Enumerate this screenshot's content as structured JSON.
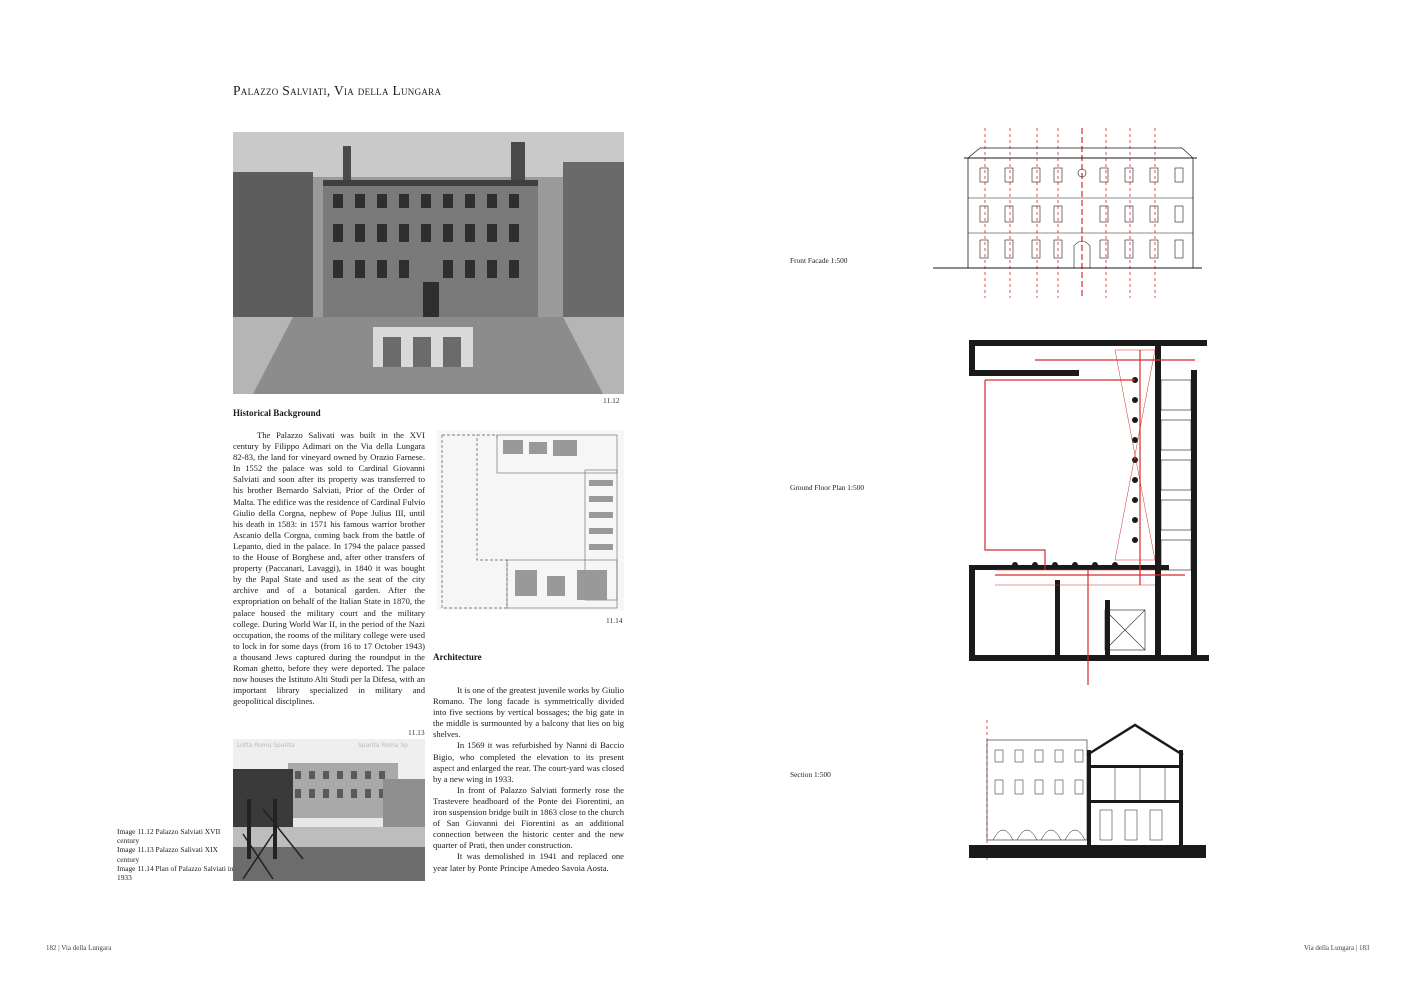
{
  "page": {
    "title": "Palazzo Salviati, Via della Lungara",
    "footer_left": "182 | Via della Lungara",
    "footer_right": "Via della Lungara | 183"
  },
  "figures": {
    "fig12_num": "11.12",
    "fig13_num": "11.13",
    "fig14_num": "11.14",
    "fig13_watermark_left": "Lotta Roma Sparita",
    "fig13_watermark_right": "Sparita Roma Sp"
  },
  "historical": {
    "heading": "Historical Background",
    "text": "The Palazzo Salivati  was built in the XVI century by Filippo Adimari on the Via della Lungara 82-83, the land for vineyard  owned by Orazio Farnese. In 1552 the palace was sold to Cardinal Giovanni Salviati and soon after its property was transferred to his brother Bernardo Salviati, Prior of the Order of Malta. The edifice was the residence of Cardinal Fulvio Giulio della Corgna, nephew of Pope Julius III, until his death in 1583: in 1571 his famous warrior brother Ascanio della Corgna, coming back from the battle of Lepanto, died in the palace. In 1794 the palace passed to the House of Borghese and, after other transfers of property (Paccanari, Lavaggi), in 1840 it was bought by the Papal State and used as the seat of the city archive and of a botanical garden. After the expropriation on behalf of the Italian State in 1870, the palace housed the military court and the military college. During World War II, in the period of the Nazi occupation, the rooms of the military college were used to lock in for some days (from 16 to 17 October 1943) a thousand Jews captured during the roundput in the Roman ghetto, before they were deported. The palace now houses the Istituto Alti Studi per la Difesa, with an important library specialized in military and geopolitical disciplines."
  },
  "architecture": {
    "heading": "Architecture",
    "p1": "It is one of the greatest juvenile works by Giulio Romano. The long facade is symmetrically divided into five sections by vertical bossages; the big gate in the middle is surmounted by a balcony that lies on big shelves.",
    "p2": "In 1569 it was refurbished by Nanni di Baccio Bigio, who completed the elevation to its present aspect and enlarged the rear. The court-yard was closed by a new wing in 1933.",
    "p3": "In front of Palazzo Salviati formerly rose the Trastevere headboard of the Ponte dei Fiorentini, an iron suspension bridge built in 1863 close to the church of San Giovanni dei Fiorentini as an additional connection between the historic center and the new quarter of Prati, then under construction.",
    "p4": "It was demolished in 1941 and replaced one year later by Ponte Principe Amedeo Savoia Aosta."
  },
  "captions": [
    "Image 11.12 Palazzo Salviati XVII century",
    "Image 11.13 Palazzo Salivati  XIX century",
    "Image 11.14 Plan of Palazzo Salviati in 1933"
  ],
  "drawings": {
    "facade_label": "Front Facade 1:500",
    "plan_label": "Ground Floor Plan 1:500",
    "section_label": "Section  1:500"
  },
  "colors": {
    "axis_red": "#d42a2a",
    "ink": "#1a1a1a"
  }
}
